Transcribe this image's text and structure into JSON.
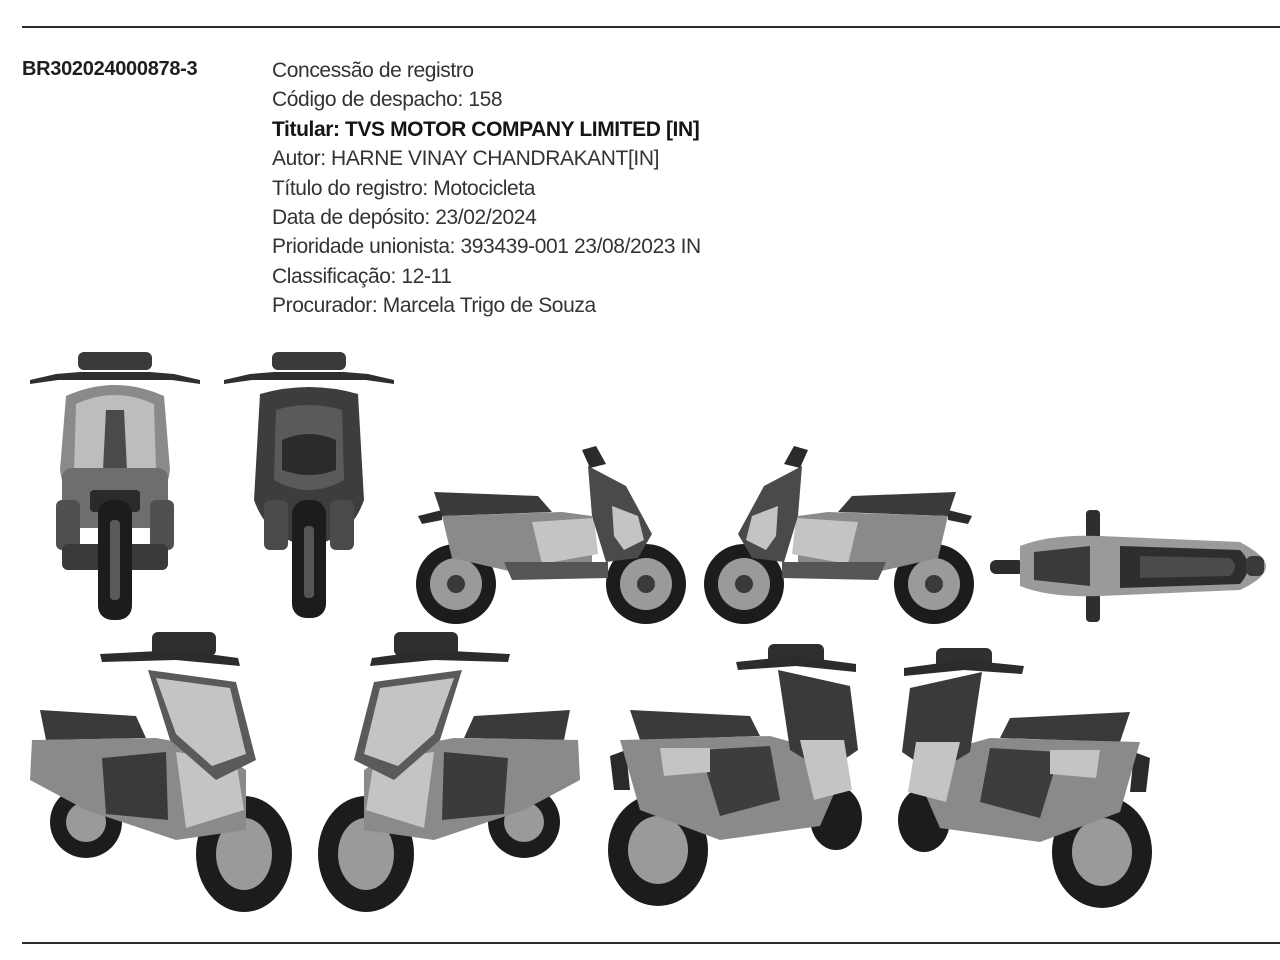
{
  "registration": {
    "number": "BR302024000878-3",
    "lines": [
      {
        "text": "Concessão de registro",
        "bold": false
      },
      {
        "text": "Código de despacho: 158",
        "bold": false
      },
      {
        "text": "Titular: TVS MOTOR COMPANY LIMITED [IN]",
        "bold": true
      },
      {
        "text": "Autor: HARNE VINAY CHANDRAKANT[IN]",
        "bold": false
      },
      {
        "text": "Título do registro: Motocicleta",
        "bold": false
      },
      {
        "text": "Data de depósito: 23/02/2024",
        "bold": false
      },
      {
        "text": "Prioridade unionista: 393439-001  23/08/2023  IN",
        "bold": false
      },
      {
        "text": "Classificação: 12-11",
        "bold": false
      },
      {
        "text": "Procurador: Marcela Trigo de Souza",
        "bold": false
      }
    ]
  },
  "colors": {
    "body_dark": "#3a3a3a",
    "body_mid": "#8a8a8a",
    "panel_light": "#c4c4c4",
    "tyre": "#1c1c1c",
    "rim": "#9a9a9a"
  },
  "figures": [
    "front-view",
    "rear-view",
    "left-side-view",
    "right-side-view",
    "top-view",
    "front-left-perspective",
    "front-right-perspective",
    "rear-left-perspective",
    "rear-right-perspective"
  ]
}
